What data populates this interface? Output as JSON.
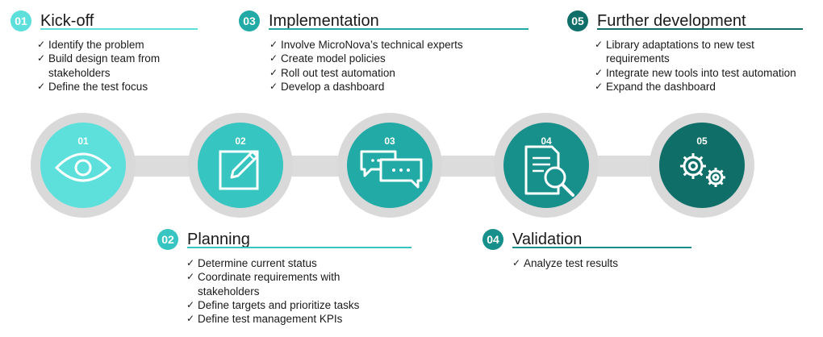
{
  "colors": {
    "phase1": "#5de0dc",
    "phase2": "#36c5c0",
    "phase3": "#21aaa6",
    "phase4": "#178f8b",
    "phase5": "#0f6e68",
    "track": "#dcdcdc"
  },
  "phases": [
    {
      "number": "01",
      "title": "Kick-off",
      "items": [
        "Identify the problem",
        "Build design team from",
        "stakeholders",
        "Define the test focus"
      ]
    },
    {
      "number": "02",
      "title": "Planning",
      "items": [
        "Determine current status",
        "Coordinate requirements with",
        "stakeholders",
        "Define targets and prioritize tasks",
        "Define test management KPIs"
      ]
    },
    {
      "number": "03",
      "title": "Implementation",
      "items": [
        "Involve MicroNova’s technical experts",
        "Create model policies",
        "Roll out test automation",
        "Develop a dashboard"
      ]
    },
    {
      "number": "04",
      "title": "Validation",
      "items": [
        "Analyze test results"
      ]
    },
    {
      "number": "05",
      "title": "Further development",
      "items": [
        "Library adaptations to new test",
        "requirements",
        "Integrate new tools into test automation",
        "Expand the dashboard"
      ]
    }
  ],
  "timeline": [
    {
      "number": "01",
      "icon": "eye-icon"
    },
    {
      "number": "02",
      "icon": "edit-note-icon"
    },
    {
      "number": "03",
      "icon": "chat-bubbles-icon"
    },
    {
      "number": "04",
      "icon": "document-search-icon"
    },
    {
      "number": "05",
      "icon": "gears-icon"
    }
  ]
}
